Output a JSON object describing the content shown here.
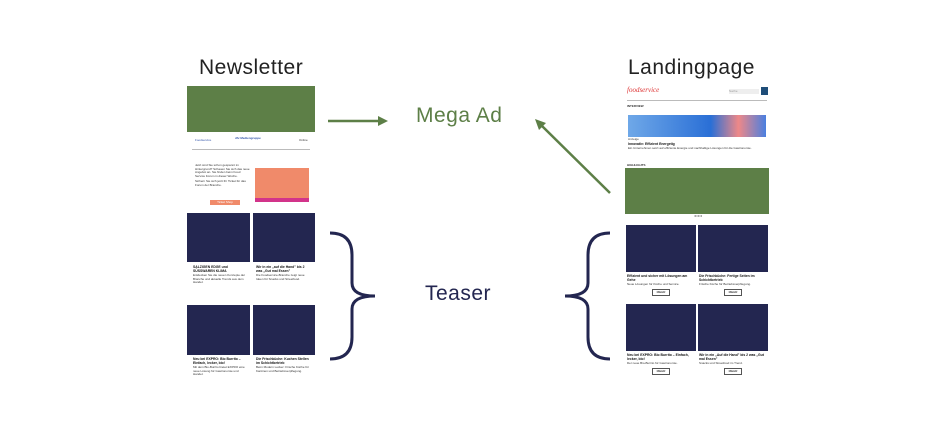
{
  "labels": {
    "newsletter": "Newsletter",
    "landingpage": "Landingpage",
    "mega_ad": "Mega Ad",
    "teaser": "Teaser"
  },
  "newsletter": {
    "header_left": "Foodservice",
    "header_brand": "dfv Mediengruppe",
    "header_right": "Online",
    "intro": "Jetzt sind Sie schon gespannt im Hintergrund? Schauen Sie sich das neue Angebot an. Sie finden beim Food Service Forum in dieser Woche.",
    "intro2": "Sichern Sie sich jetzt Ihr Ticket für das Forum der Branche.",
    "ticket_button": "Ticket Shop",
    "teasers": [
      {
        "title": "SALZIGEN EDGE und SÜSSWAREN KLIMA",
        "text": "Entdecken Sie die neuen Konzepte der Branche und aktuelle Trends aus dem Handel."
      },
      {
        "title": "Wir in ein „auf die Hand\" bis 2 was „Gut mal Essen\"",
        "text": "Die Foodservice-Branche zeigt neue Ideen für Snacks und Streetfood."
      },
      {
        "title": "Neu bei EXPRO: Bio Burrito – Einfach, lecker, bio!",
        "text": "Mit dem Bio-Burrito bietet EXPRO eine neue Lösung für Gastronomie und Handel."
      },
      {
        "title": "Die Frischküche: Kuchen Stellen im Schichtbetrieb",
        "text": "Beim Modern Lecker: Frische Küche für Kantinen und Betriebsverpflegung."
      }
    ]
  },
  "landing": {
    "logo": "foodservice",
    "search_placeholder": "Suche",
    "section1": "INTERVIEW",
    "article_kicker": "Anzeige",
    "article_title": "Innovativ: Effizient Energetig",
    "article_text": "Ein Unternehmen setzt auf effiziente Energie und nachhaltige Lösungen für die Gastronomie.",
    "section2": "HIGHLIGHTS",
    "teasers": [
      {
        "title": "Effizient und sicher mit Lösungen am Gehe",
        "text": "Neue Lösungen für Küche und Service.",
        "button": "MEHR"
      },
      {
        "title": "Die Frischküche: Fertige Seiten im Schichtbetrieb",
        "text": "Frische Küche für Betriebsverpflegung.",
        "button": "MEHR"
      },
      {
        "title": "Neu bei EXPRO: Bio Burrito – Einfach, lecker, bio!",
        "text": "Der neue Bio-Burrito für Gastronomie.",
        "button": "MEHR"
      },
      {
        "title": "Wir in ein „Auf die Hand\" bis 2 was „Gut mal Essen\"",
        "text": "Snacks und Streetfood im Trend.",
        "button": "MEHR"
      }
    ]
  },
  "colors": {
    "ad_green": "#5d7f47",
    "teaser_navy": "#232650",
    "arrow_green": "#5d7f47",
    "brace_navy": "#232650"
  }
}
